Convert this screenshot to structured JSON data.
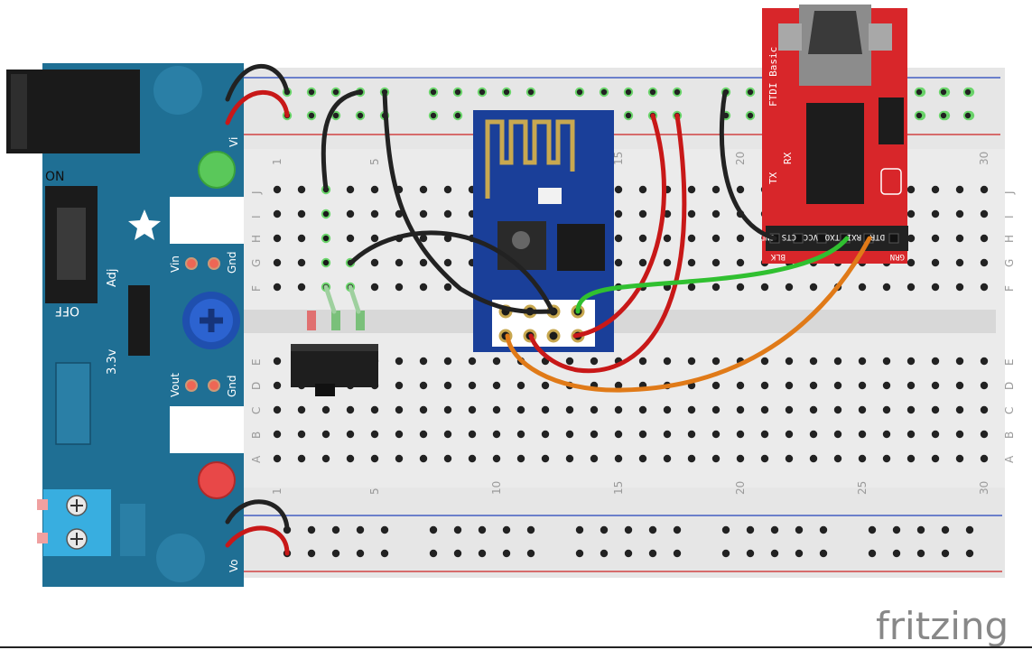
{
  "breadboard": {
    "column_numbers": [
      "1",
      "5",
      "10",
      "15",
      "20",
      "25",
      "30"
    ],
    "row_letters_top": [
      "J",
      "I",
      "H",
      "G",
      "F"
    ],
    "row_letters_bottom": [
      "E",
      "D",
      "C",
      "B",
      "A"
    ]
  },
  "power_supply": {
    "switch_on": "ON",
    "switch_off": "OFF",
    "adj": "Adj",
    "v33": "3.3v",
    "vin": "Vin",
    "gnd1": "Gnd",
    "vout": "Vout",
    "gnd2": "Gnd",
    "vi": "Vi",
    "vo": "Vo"
  },
  "ftdi": {
    "title": "FTDI Basic",
    "tx": "TX",
    "rx": "RX",
    "pins": [
      "GND",
      "CTS",
      "VCC",
      "TXO",
      "RXI",
      "DTR"
    ],
    "blk": "BLK",
    "grn": "GRN"
  },
  "watermark": "fritzing",
  "colors": {
    "breadboard": "#e8e8e8",
    "psu_board": "#1f6f94",
    "esp_board": "#1a3f99",
    "ftdi_board": "#d8262a",
    "wire_red": "#c81818",
    "wire_black": "#222222",
    "wire_green": "#30c030",
    "wire_orange": "#e07a18",
    "rail_blue": "#2244bb",
    "rail_red": "#cc2222"
  }
}
